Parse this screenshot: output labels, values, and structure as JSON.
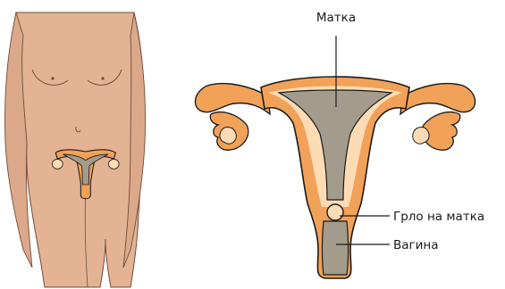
{
  "labels": {
    "uterus": "Матка",
    "cervix": "Грло на матка",
    "vagina": "Вагина"
  },
  "colors": {
    "skin": "#e3b394",
    "skin_outline": "#6e4d3a",
    "organ": "#f2a158",
    "organ_light": "#fddcb5",
    "cavity": "#a39b8c",
    "outline": "#1a1a1a"
  }
}
